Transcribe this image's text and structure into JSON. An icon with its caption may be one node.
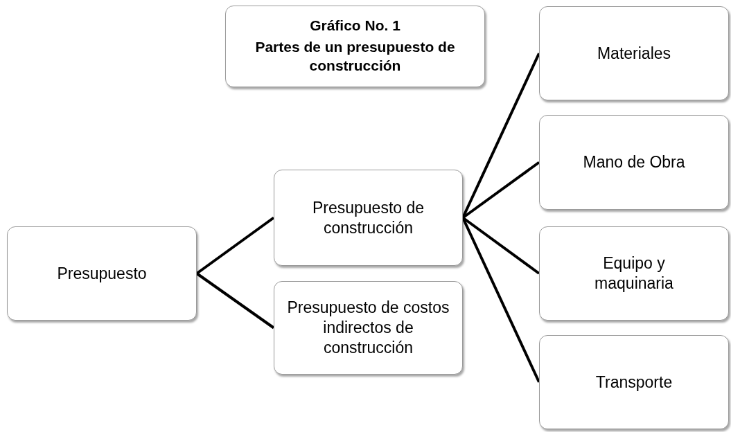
{
  "diagram": {
    "nodes": [
      {
        "text": [
          "Gráfico No. 1",
          "Partes de un presupuesto de construcción"
        ]
      },
      {
        "text": [
          "Presupuesto"
        ]
      },
      {
        "text": [
          "Presupuesto de construcción"
        ]
      },
      {
        "text": [
          "Presupuesto de costos indirectos de construcción"
        ]
      },
      {
        "text": [
          "Materiales"
        ]
      },
      {
        "text": [
          "Mano de Obra"
        ]
      },
      {
        "text": [
          "Equipo y maquinaria"
        ]
      },
      {
        "text": [
          "Transporte"
        ]
      }
    ],
    "edges": [
      {
        "from": 1,
        "to": 2,
        "arrow": "none"
      },
      {
        "from": 1,
        "to": 3,
        "arrow": "none"
      },
      {
        "from": 2,
        "to": 4,
        "arrow": "none"
      },
      {
        "from": 2,
        "to": 5,
        "arrow": "none"
      },
      {
        "from": 2,
        "to": 6,
        "arrow": "none"
      },
      {
        "from": 2,
        "to": 7,
        "arrow": "none"
      }
    ]
  }
}
